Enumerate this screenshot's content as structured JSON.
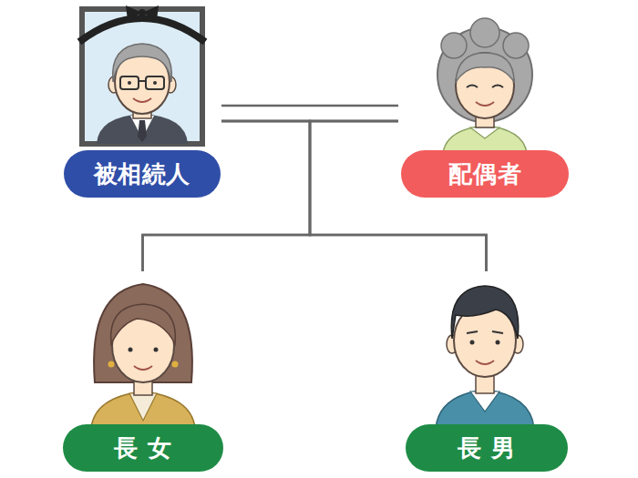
{
  "diagram": {
    "nodes": [
      {
        "text": [
          "被相続人"
        ]
      },
      {
        "text": [
          "配偶者"
        ]
      },
      {
        "text": [
          "長女"
        ]
      },
      {
        "text": [
          "長男"
        ]
      }
    ],
    "edges": [
      {
        "from": 0,
        "to": 1,
        "arrow": "none"
      },
      {
        "from": 0,
        "to": 2,
        "arrow": "none"
      },
      {
        "from": 0,
        "to": 3,
        "arrow": "none"
      },
      {
        "from": 1,
        "to": 2,
        "arrow": "none"
      },
      {
        "from": 1,
        "to": 3,
        "arrow": "none"
      }
    ]
  }
}
